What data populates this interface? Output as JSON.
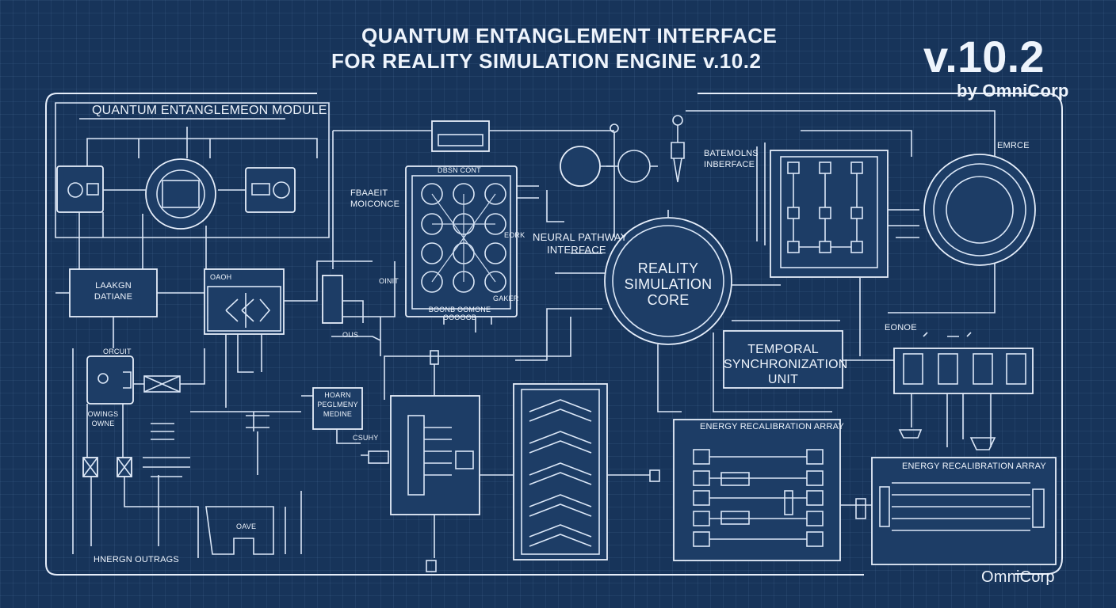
{
  "header": {
    "title_line1": "QUANTUM ENTANGLEMENT INTERFACE",
    "title_line2": "FOR REALITY SIMULATION ENGINE v.10.2",
    "version": "v.10.2",
    "byline": "by OmniCorp"
  },
  "labels": {
    "quantum_module": "QUANTUM ENTANGLEMEON MODULE",
    "laakgn_line1": "LAAKGN",
    "laakgn_line2": "DATIANE",
    "oaoh": "OAOH",
    "orcuit": "ORCUIT",
    "owings_line1": "OWINGS",
    "owings_line2": "OWNE",
    "hnergn_outrags": "HNERGN OUTRAGS",
    "oave": "OAVE",
    "fbaaeit_line1": "FBAAEIT",
    "fbaaeit_line2": "MOICONCE",
    "dbsn_cont": "DBSN CONT",
    "bonb_line1": "BOONB OOMONE",
    "bonb_line2": "OOOOOB",
    "oinit": "OINIT",
    "ous": "OUS",
    "eork": "EORK",
    "gaker": "GAKER",
    "hoarn_line1": "HOARN",
    "hoarn_line2": "PEGLMENY",
    "hoarn_line3": "MEDINE",
    "csuhy": "CSUHY",
    "neural_line1": "NEURAL PATHWAY",
    "neural_line2": "INTERFACE",
    "core_line1": "REALITY",
    "core_line2": "SIMULATION",
    "core_line3": "CORE",
    "batemolns_line1": "BATEMOLNS",
    "batemolns_line2": "INBERFACE",
    "emrce": "EMRCE",
    "temporal_line1": "TEMPORAL",
    "temporal_line2": "SYNCHRONIZATION",
    "temporal_line3": "UNIT",
    "eonoe": "EONOE",
    "energy_array_1": "ENERGY RECALIBRATION ARRAY",
    "energy_array_2": "ENERGY RECALIBRATION ARRAY",
    "brand_footer": "OmniCorp"
  },
  "colors": {
    "background": "#17345a",
    "grid": "#78a0d2",
    "line": "#dbe7f7"
  }
}
